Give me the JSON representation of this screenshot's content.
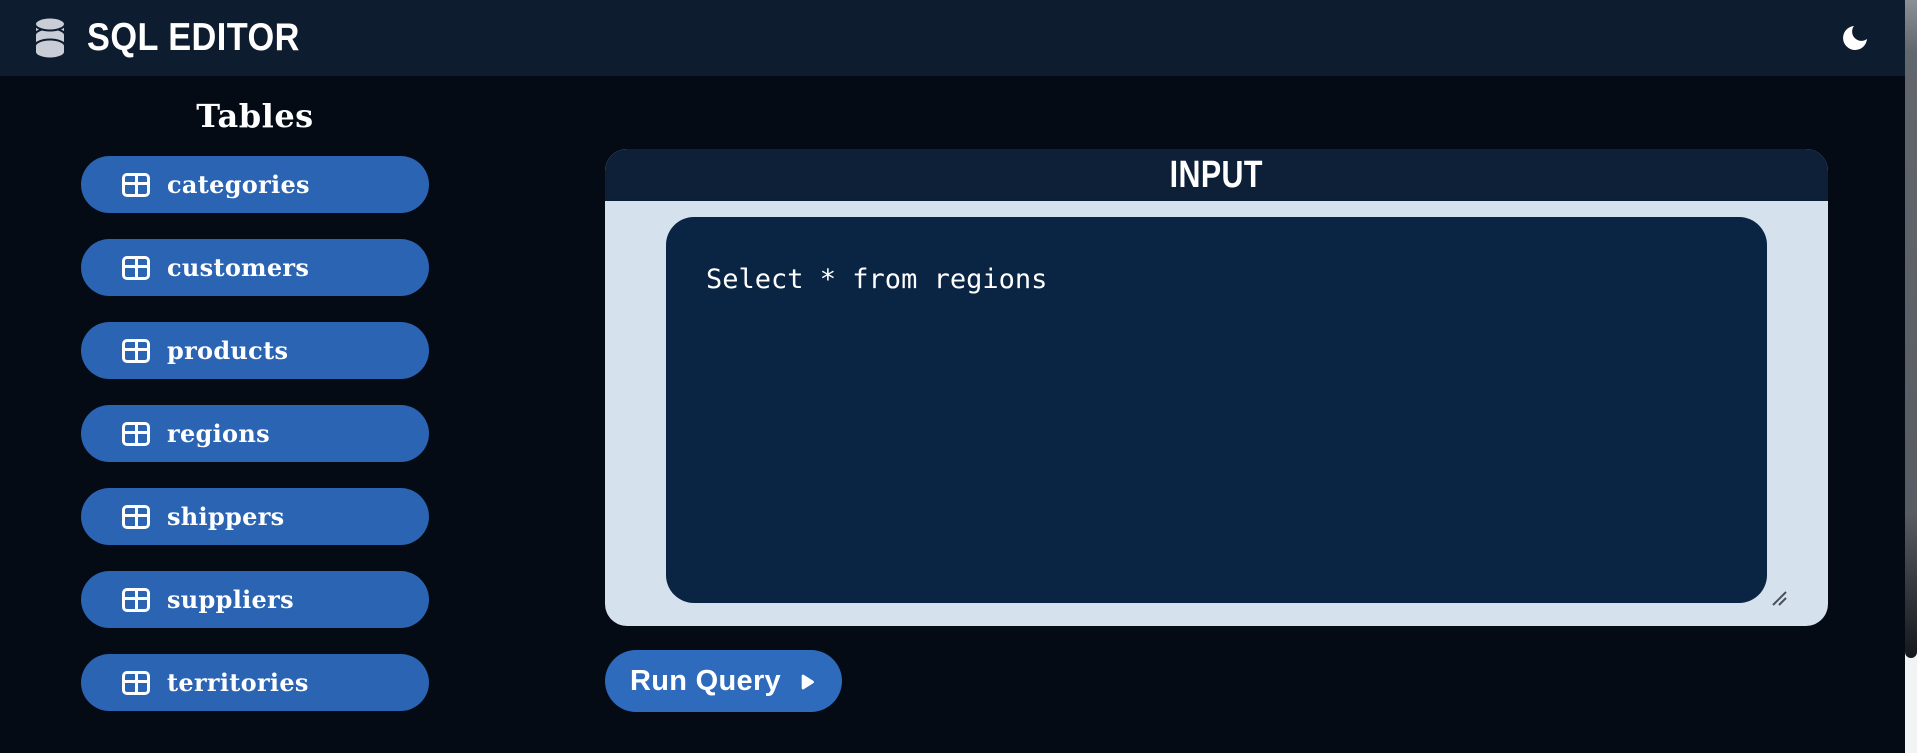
{
  "app": {
    "title": "SQL EDITOR",
    "logo_icon": "database-icon",
    "theme_icon": "moon-icon"
  },
  "sidebar": {
    "heading": "Tables",
    "table_icon": "table-grid-icon",
    "tables": [
      "categories",
      "customers",
      "products",
      "regions",
      "shippers",
      "suppliers",
      "territories"
    ]
  },
  "editor": {
    "panel_title": "INPUT",
    "query_value": "Select * from regions",
    "run_button_label": "Run Query",
    "run_button_icon": "play-icon"
  },
  "colors": {
    "page_background": "#050b15",
    "header_background": "#0e1c2f",
    "accent_blue": "#2a64b2",
    "run_button_blue": "#2e6bbc",
    "panel_header_navy": "#0e2037",
    "panel_body_light": "#d5e1ec",
    "query_area_navy": "#0a2444",
    "text_white": "#ffffff"
  }
}
